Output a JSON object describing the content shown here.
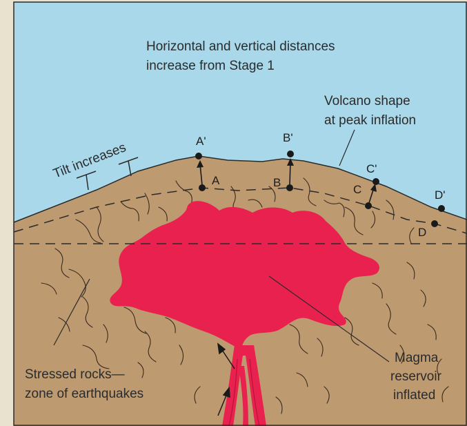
{
  "title_line1": "Horizontal and vertical distances",
  "title_line2": "increase from Stage 1",
  "volcano_line1": "Volcano shape",
  "volcano_line2": "at peak inflation",
  "tilt_label": "Tilt increases",
  "stressed_line1": "Stressed rocks—",
  "stressed_line2": "zone of earthquakes",
  "magma_line1": "Magma",
  "magma_line2": "reservoir",
  "magma_line3": "inflated",
  "points": {
    "A": "A",
    "A_prime": "A'",
    "B": "B",
    "B_prime": "B'",
    "C": "C",
    "C_prime": "C'",
    "D": "D",
    "D_prime": "D'"
  },
  "colors": {
    "sky": "#a8d8ea",
    "ground": "#bd9a70",
    "magma": "#e8214f",
    "frame": "#2a2a2a",
    "border": "#e9e2cf"
  }
}
